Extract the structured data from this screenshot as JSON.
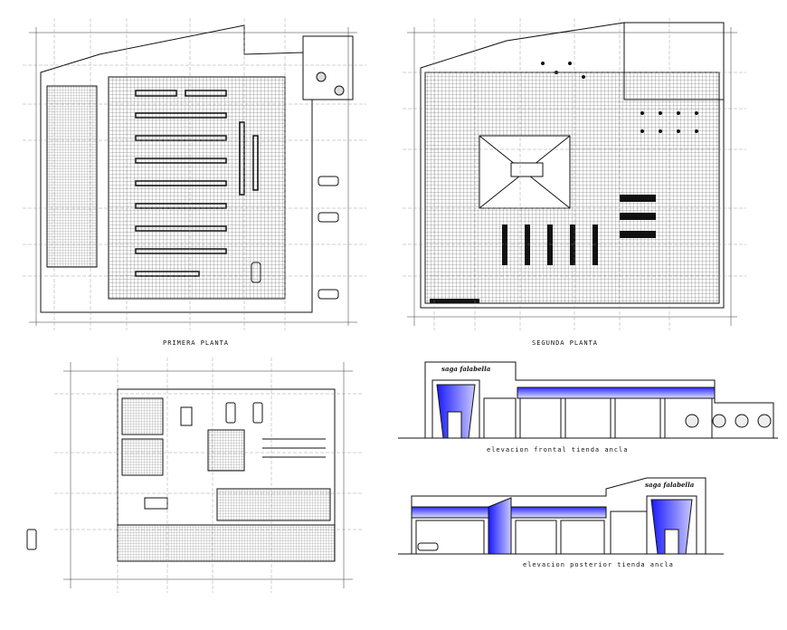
{
  "drawings": {
    "first_floor": {
      "label": "PRIMERA PLANTA"
    },
    "second_floor": {
      "label": "SEGUNDA PLANTA"
    },
    "front_elevation": {
      "label": "elevacion frontal tienda ancla",
      "brand": "saga falabella"
    },
    "rear_elevation": {
      "label": "elevacion posterior tienda ancla",
      "brand": "saga falabella"
    }
  },
  "colors": {
    "line": "#111111",
    "grid": "#444444",
    "glass": "#3333ff",
    "background": "#ffffff"
  }
}
